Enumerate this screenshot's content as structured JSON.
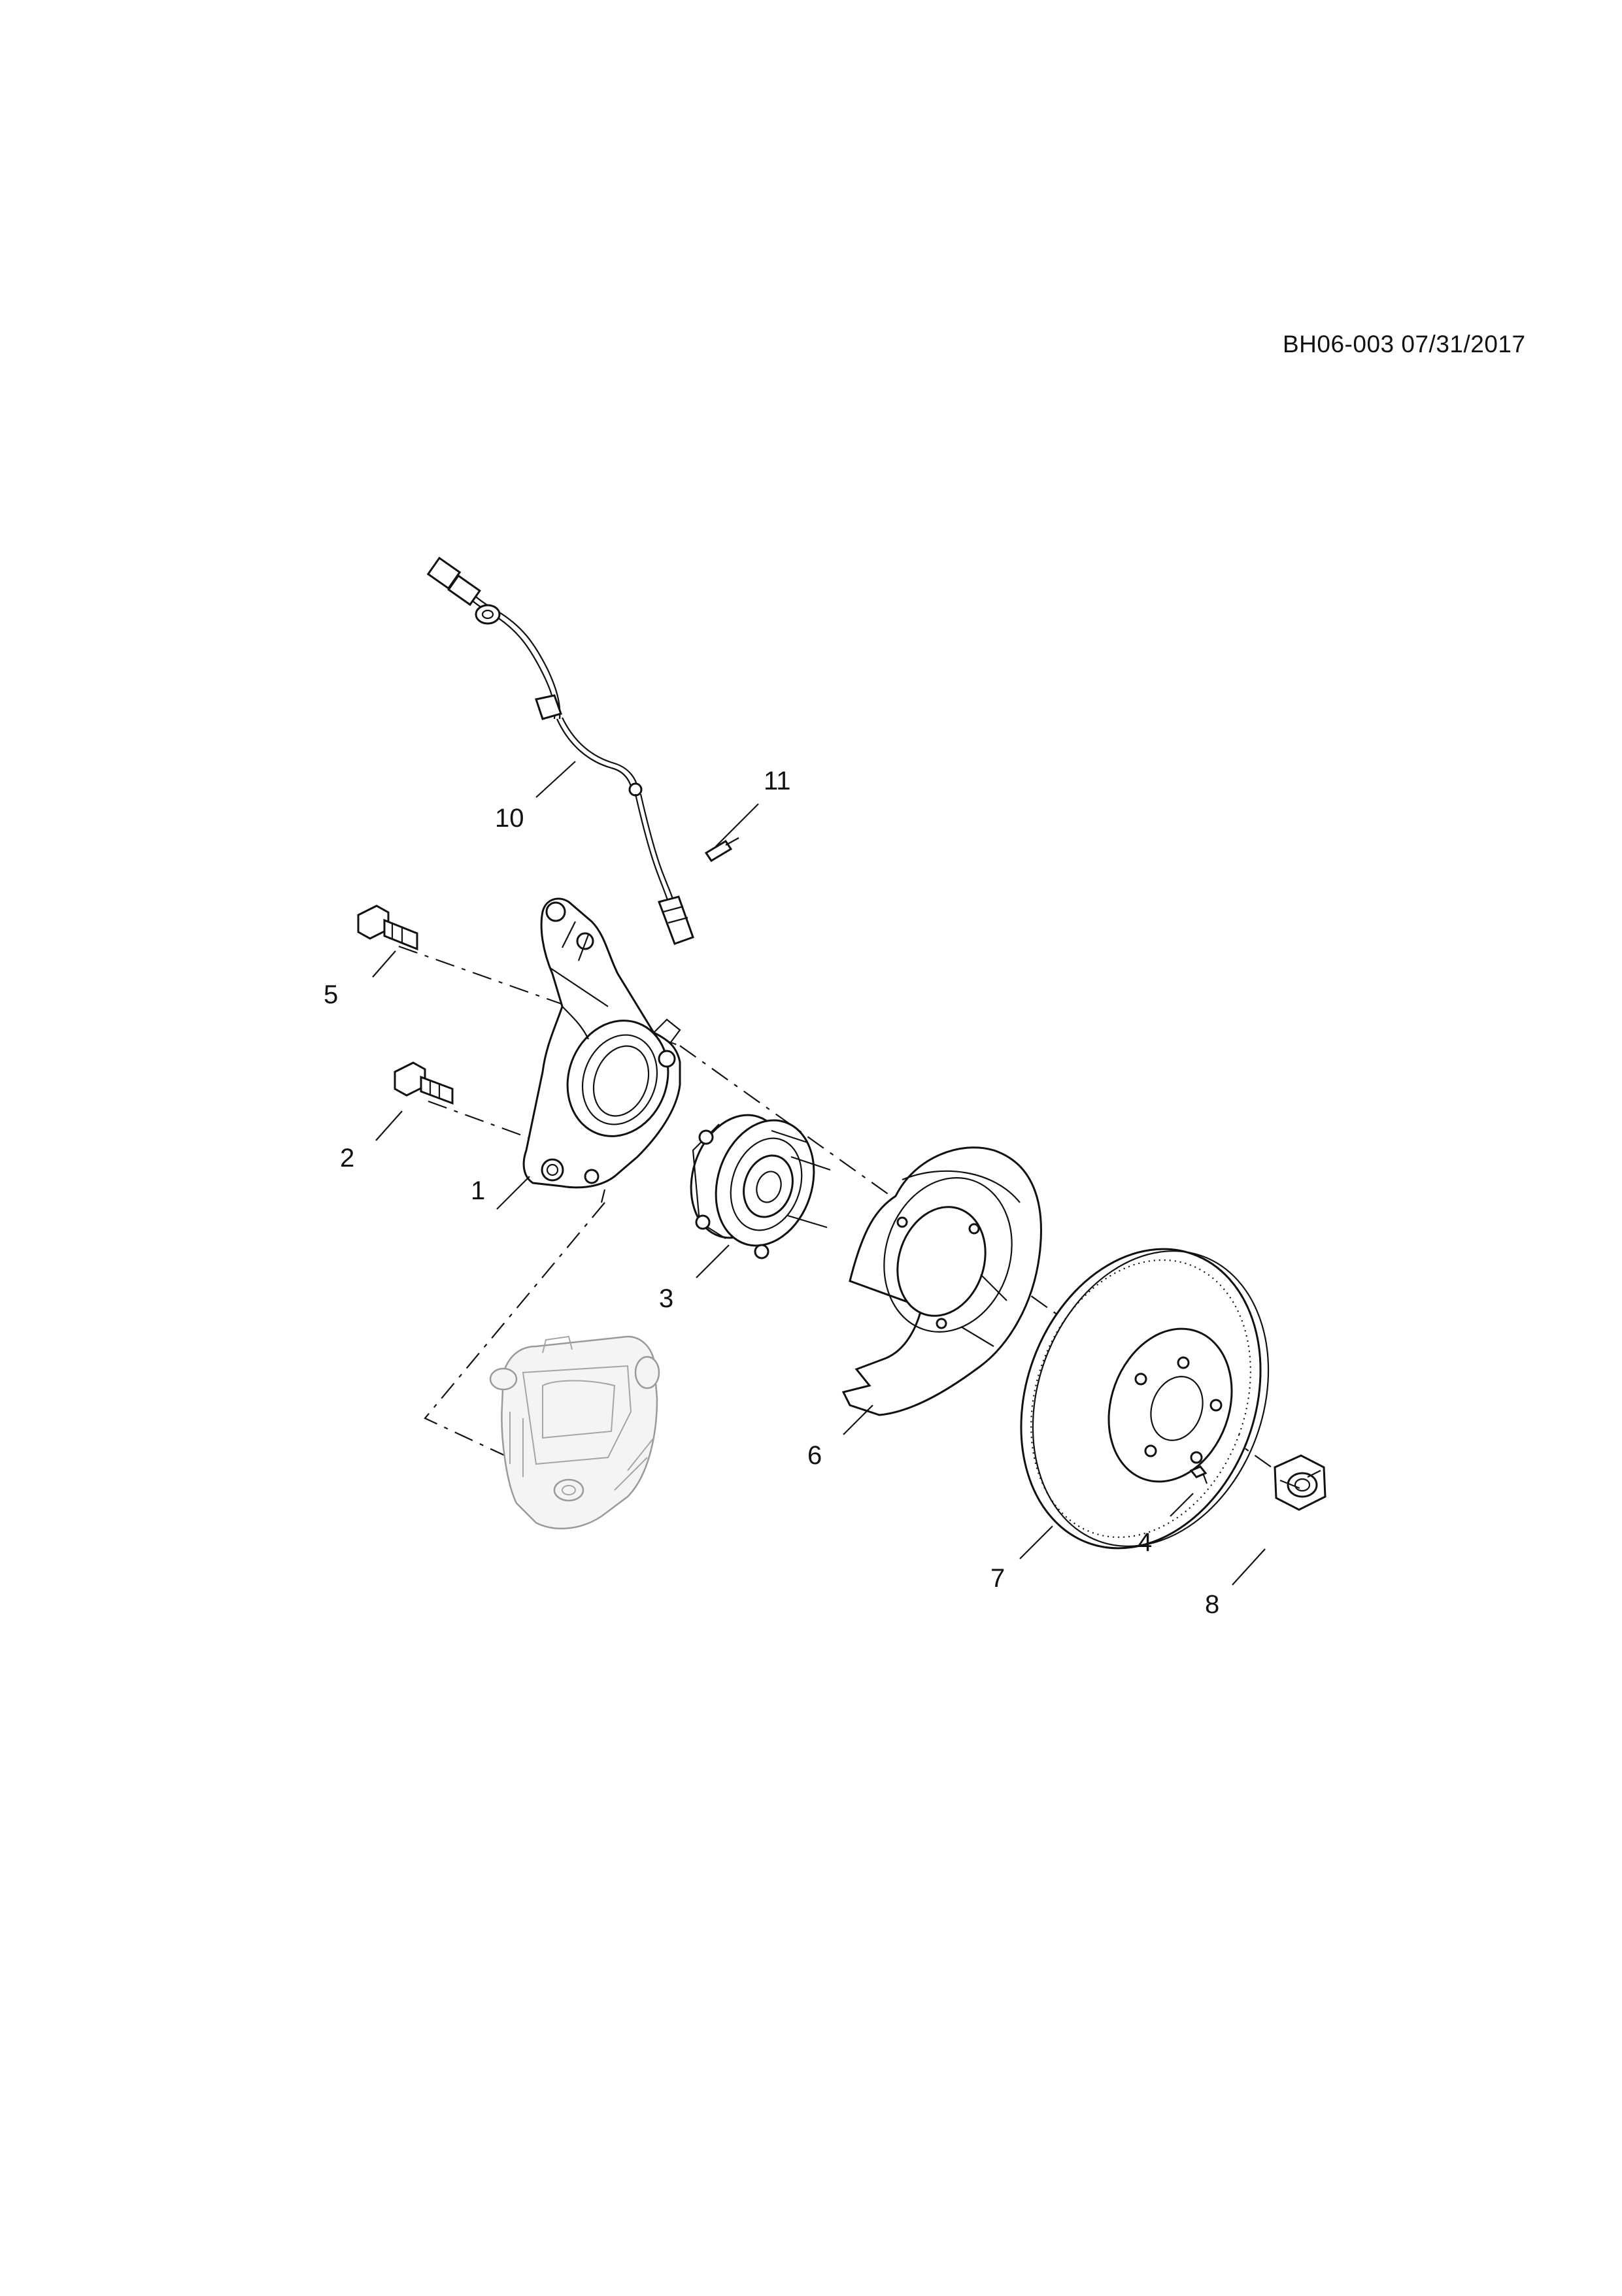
{
  "header": {
    "reference": "BH06-003 07/31/2017"
  },
  "callouts": [
    {
      "id": "1",
      "label": "1"
    },
    {
      "id": "2",
      "label": "2"
    },
    {
      "id": "3",
      "label": "3"
    },
    {
      "id": "4",
      "label": "4"
    },
    {
      "id": "5",
      "label": "5"
    },
    {
      "id": "6",
      "label": "6"
    },
    {
      "id": "7",
      "label": "7"
    },
    {
      "id": "8",
      "label": "8"
    },
    {
      "id": "10",
      "label": "10"
    },
    {
      "id": "11",
      "label": "11"
    }
  ],
  "icons": {
    "knuckle": "steering-knuckle-icon",
    "bolt_a": "bolt-icon",
    "bolt_b": "bolt-icon",
    "hub": "wheel-hub-bearing-icon",
    "screw": "screw-icon",
    "shield": "brake-dust-shield-icon",
    "rotor": "brake-rotor-icon",
    "nut": "hub-nut-icon",
    "sensor": "wheel-speed-sensor-icon",
    "sensor_bolt": "sensor-bolt-icon",
    "caliper": "brake-caliper-icon"
  }
}
